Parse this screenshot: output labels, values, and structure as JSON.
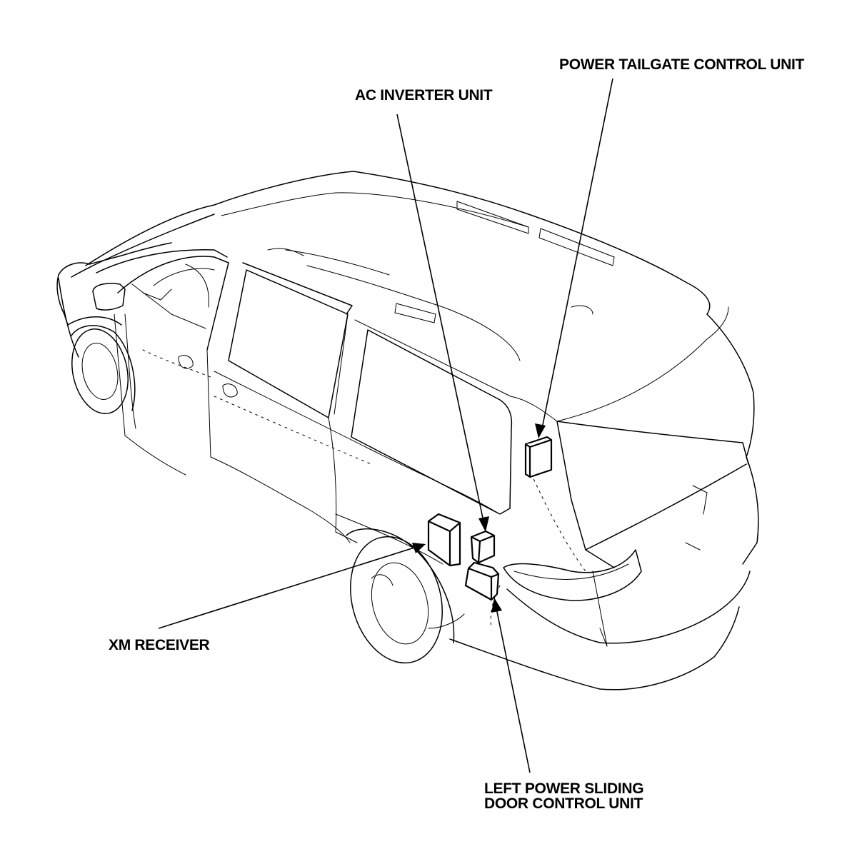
{
  "labels": {
    "power_tailgate": "POWER TAILGATE CONTROL UNIT",
    "ac_inverter": "AC INVERTER UNIT",
    "xm_receiver": "XM RECEIVER",
    "left_sliding_door_line1": "LEFT POWER SLIDING",
    "left_sliding_door_line2": "DOOR CONTROL UNIT"
  },
  "colors": {
    "ink": "#000000",
    "paper": "#ffffff"
  }
}
